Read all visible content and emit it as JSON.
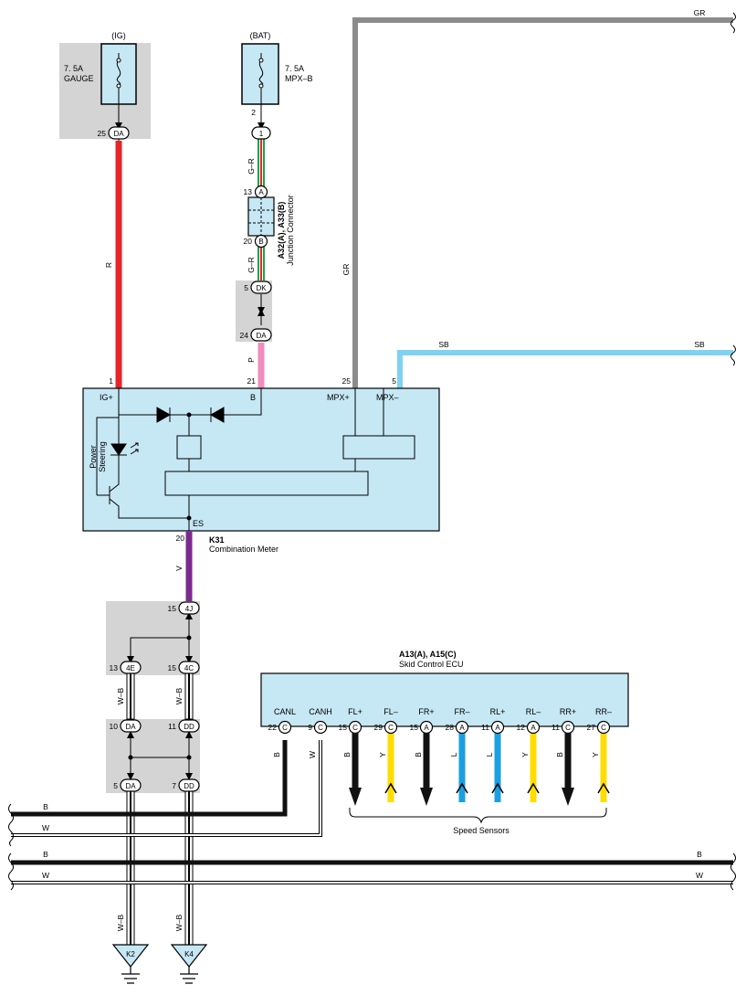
{
  "colors": {
    "component_fill": "#c6e7f4",
    "junction_gray": "#d4d4d4",
    "wire_R": "#e8232a",
    "wire_GR": "#8c8c8c",
    "wire_SB": "#7fd2f2",
    "wire_P": "#f08dbd",
    "wire_V": "#7b2a8e",
    "wire_B": "#111111",
    "wire_W": "#ffffff",
    "wire_Y": "#ffdd00",
    "wire_L": "#1aa0e0",
    "wire_G": "#16a34a"
  },
  "fuses": {
    "ig": {
      "header": "(IG)",
      "rating": "7. 5A",
      "name": "GAUGE"
    },
    "bat": {
      "header": "(BAT)",
      "rating": "7. 5A",
      "name": "MPX–B"
    }
  },
  "junction_connector": {
    "id": "A32(A), A33(B)",
    "name": "Junction Connector"
  },
  "meter": {
    "id": "K31",
    "name": "Combination Meter",
    "terminals": {
      "ig": "IG+",
      "b": "B",
      "mpx_plus": "MPX+",
      "mpx_minus": "MPX–",
      "es": "ES"
    },
    "power_steering": [
      "Power",
      "Steering"
    ]
  },
  "ecu": {
    "id": "A13(A), A15(C)",
    "name": "Skid Control ECU",
    "terminals": [
      "CANL",
      "CANH",
      "FL+",
      "FL–",
      "FR+",
      "FR–",
      "RL+",
      "RL–",
      "RR+",
      "RR–"
    ],
    "pins": [
      "22",
      "9",
      "15",
      "29",
      "15",
      "28",
      "11",
      "12",
      "11",
      "27"
    ],
    "connectors": [
      "C",
      "C",
      "C",
      "C",
      "A",
      "A",
      "A",
      "A",
      "C",
      "C"
    ],
    "wire_colors": [
      "B",
      "W",
      "B",
      "Y",
      "B",
      "L",
      "L",
      "Y",
      "B",
      "Y"
    ]
  },
  "speed_sensors": "Speed Sensors",
  "pins": {
    "ig_da": "25",
    "bat_out": "2",
    "jc_a": "13",
    "jc_b": "20",
    "dk": "5",
    "da24": "24",
    "meter_1": "1",
    "meter_21": "21",
    "meter_25": "25",
    "meter_5": "5",
    "meter_20": "20",
    "j4j": "15",
    "j4e": "13",
    "j4c": "15",
    "jda10": "10",
    "jdd11": "11",
    "jda5": "5",
    "jdd7": "7"
  },
  "connectors": {
    "da": "DA",
    "one": "1",
    "a": "A",
    "b": "B",
    "dk": "DK",
    "j4j": "4J",
    "j4e": "4E",
    "j4c": "4C",
    "dd": "DD"
  },
  "wires": {
    "gr": "GR",
    "sb": "SB",
    "r": "R",
    "gr_short": "G–R",
    "p": "P",
    "v": "V",
    "wb": "W–B",
    "b": "B",
    "w": "W"
  },
  "grounds": {
    "k2": "K2",
    "k4": "K4"
  }
}
